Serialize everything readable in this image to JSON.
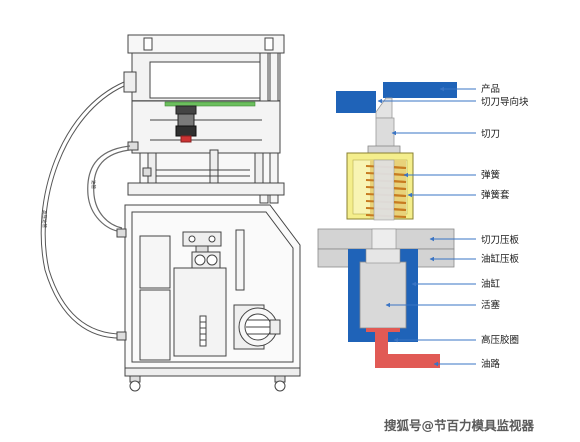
{
  "labels": {
    "product": "产品",
    "cutter_guide_block": "切刀导向块",
    "cutter": "切刀",
    "spring": "弹簧",
    "spring_sleeve": "弹簧套",
    "cutter_press_plate": "切刀压板",
    "cylinder_press_plate": "油缸压板",
    "cylinder": "油缸",
    "piston": "活塞",
    "high_pressure_seal": "高压胶圈",
    "oil_line": "油路"
  },
  "machine_text": {
    "hose_left": "高压油管",
    "hose_right": "油管"
  },
  "watermark": "搜狐号@节百力模具监视器",
  "colors": {
    "blue": "#1f63b8",
    "red": "#e15a55",
    "spring_bg": "#f4ee8c",
    "spring_coil": "#c77b20",
    "gray": "#d3d3d3",
    "leader": "#3a74c4"
  }
}
